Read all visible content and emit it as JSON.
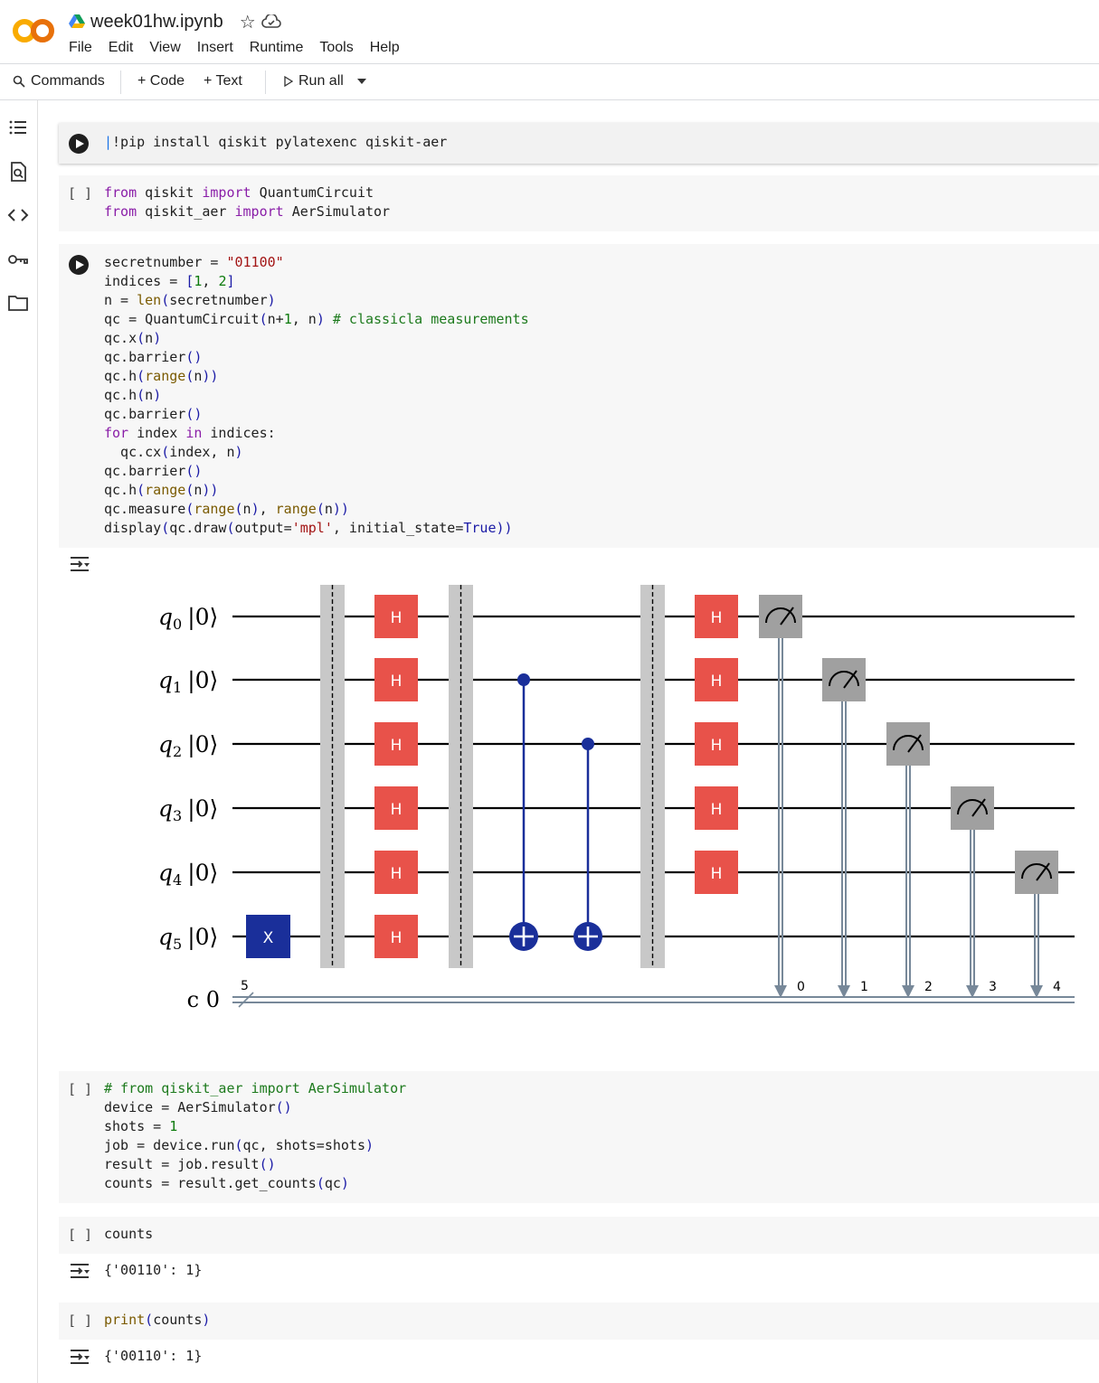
{
  "header": {
    "logo_text": "CO",
    "title": "week01hw.ipynb",
    "menu": [
      "File",
      "Edit",
      "View",
      "Insert",
      "Runtime",
      "Tools",
      "Help"
    ]
  },
  "toolbar": {
    "commands": "Commands",
    "code": "+ Code",
    "text": "+ Text",
    "run_all": "Run all"
  },
  "cells": {
    "c1": {
      "code": "!pip install qiskit pylatexenc qiskit-aer"
    },
    "c2": {
      "bracket": "[ ]",
      "lines": [
        "from qiskit import QuantumCircuit",
        "from qiskit_aer import AerSimulator"
      ]
    },
    "c3": {
      "lines": [
        "secretnumber = \"01100\"",
        "indices = [1, 2]",
        "n = len(secretnumber)",
        "qc = QuantumCircuit(n+1, n) # classicla measurements",
        "qc.x(n)",
        "qc.barrier()",
        "qc.h(range(n))",
        "qc.h(n)",
        "qc.barrier()",
        "for index in indices:",
        "  qc.cx(index, n)",
        "qc.barrier()",
        "qc.h(range(n))",
        "qc.measure(range(n), range(n))",
        "display(qc.draw(output='mpl', initial_state=True))"
      ]
    },
    "c4": {
      "bracket": "[ ]",
      "lines": [
        "# from qiskit_aer import AerSimulator",
        "device = AerSimulator()",
        "shots = 1",
        "job = device.run(qc, shots=shots)",
        "result = job.result()",
        "counts = result.get_counts(qc)"
      ]
    },
    "c5": {
      "bracket": "[ ]",
      "code": "counts",
      "output": "{'00110': 1}"
    },
    "c6": {
      "bracket": "[ ]",
      "code": "print(counts)",
      "output": "{'00110': 1}"
    }
  },
  "circuit": {
    "qubits": [
      "q",
      "q",
      "q",
      "q",
      "q",
      "q"
    ],
    "qubit_index": [
      "0",
      "1",
      "2",
      "3",
      "4",
      "5"
    ],
    "init_state": "|0⟩",
    "classical_label": "c 0",
    "classical_width": "5",
    "gate_h": "H",
    "gate_x": "X",
    "measure_bits": [
      "0",
      "1",
      "2",
      "3",
      "4"
    ],
    "colors": {
      "h": "#e8524a",
      "x": "#1a2f9a",
      "cnot": "#1a2f9a",
      "measure": "#a0a0a0",
      "barrier": "#c8c8c8",
      "classical": "#778899"
    }
  }
}
